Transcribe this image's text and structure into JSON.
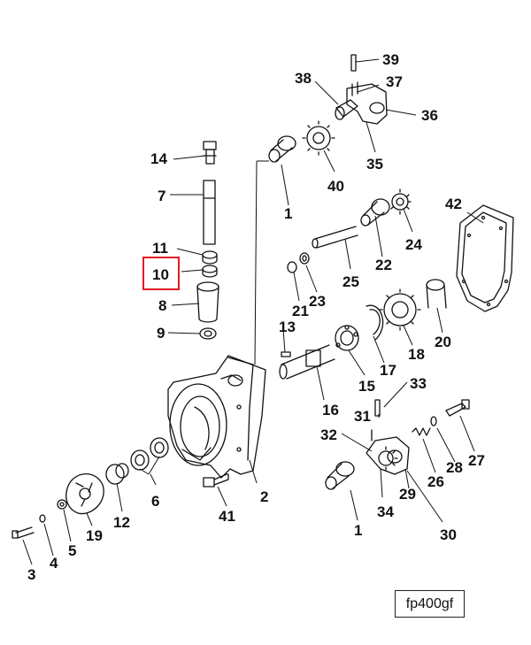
{
  "diagram": {
    "figure_code": "fp400gf",
    "highlighted_callout": "10",
    "callouts": {
      "c1a": "1",
      "c1b": "1",
      "c2": "2",
      "c3": "3",
      "c4": "4",
      "c5": "5",
      "c6": "6",
      "c7": "7",
      "c8": "8",
      "c9": "9",
      "c10": "10",
      "c11": "11",
      "c12": "12",
      "c13": "13",
      "c14": "14",
      "c15": "15",
      "c16": "16",
      "c17": "17",
      "c18": "18",
      "c19": "19",
      "c20": "20",
      "c21": "21",
      "c22": "22",
      "c23": "23",
      "c24": "24",
      "c25": "25",
      "c26": "26",
      "c27": "27",
      "c28": "28",
      "c29": "29",
      "c30": "30",
      "c31": "31",
      "c32": "32",
      "c33": "33",
      "c34": "34",
      "c35": "35",
      "c36": "36",
      "c37": "37",
      "c38": "38",
      "c39": "39",
      "c40": "40",
      "c41": "41",
      "c42": "42"
    },
    "colors": {
      "line": "#111111",
      "highlight": "#e01b24",
      "background": "#ffffff"
    }
  }
}
